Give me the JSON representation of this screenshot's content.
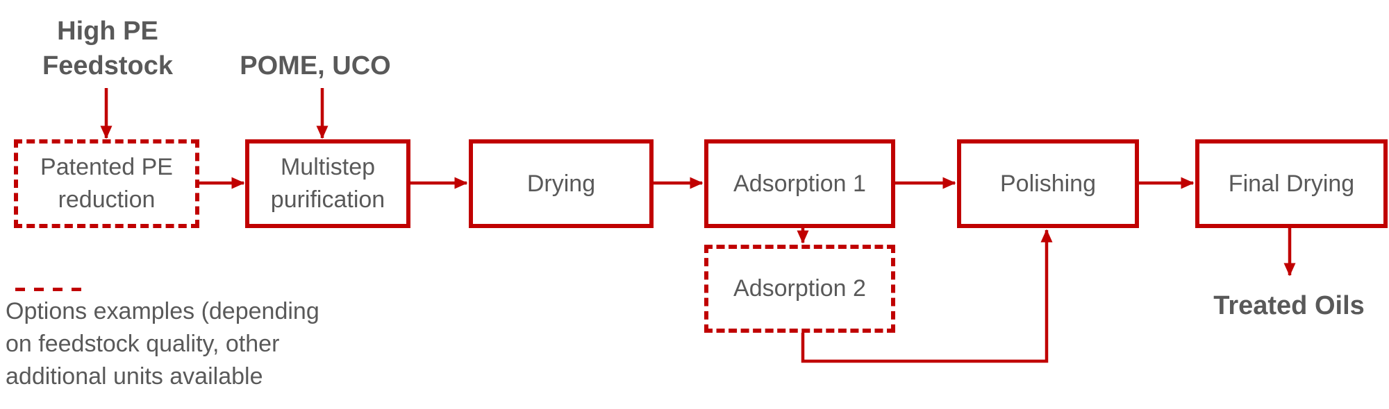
{
  "colors": {
    "accent_red": "#C00000",
    "text_gray": "#595959",
    "background": "#FFFFFF"
  },
  "inputs": {
    "high_pe_feedstock": "High PE Feedstock",
    "pome_uco": "POME, UCO"
  },
  "boxes": [
    {
      "label": "Patented PE reduction",
      "style": "dashed"
    },
    {
      "label": "Multistep purification",
      "style": "solid"
    },
    {
      "label": "Drying",
      "style": "solid"
    },
    {
      "label": "Adsorption 1",
      "style": "solid"
    },
    {
      "label": "Polishing",
      "style": "solid"
    },
    {
      "label": "Final Drying",
      "style": "solid"
    },
    {
      "label": "Adsorption 2",
      "style": "dashed"
    }
  ],
  "output": {
    "treated_oils": "Treated Oils"
  },
  "legend": {
    "symbol": "red-dashed-line",
    "lines": [
      "Options examples (depending",
      "on feedstock quality, other",
      "additional units available"
    ]
  },
  "connections": [
    {
      "from": "High PE Feedstock",
      "to": "Patented PE reduction"
    },
    {
      "from": "POME, UCO",
      "to": "Multistep purification"
    },
    {
      "from": "Patented PE reduction",
      "to": "Multistep purification"
    },
    {
      "from": "Multistep purification",
      "to": "Drying"
    },
    {
      "from": "Drying",
      "to": "Adsorption 1"
    },
    {
      "from": "Adsorption 1",
      "to": "Polishing"
    },
    {
      "from": "Adsorption 1",
      "to": "Adsorption 2"
    },
    {
      "from": "Adsorption 2",
      "to": "Polishing"
    },
    {
      "from": "Polishing",
      "to": "Final Drying"
    },
    {
      "from": "Final Drying",
      "to": "Treated Oils"
    }
  ]
}
